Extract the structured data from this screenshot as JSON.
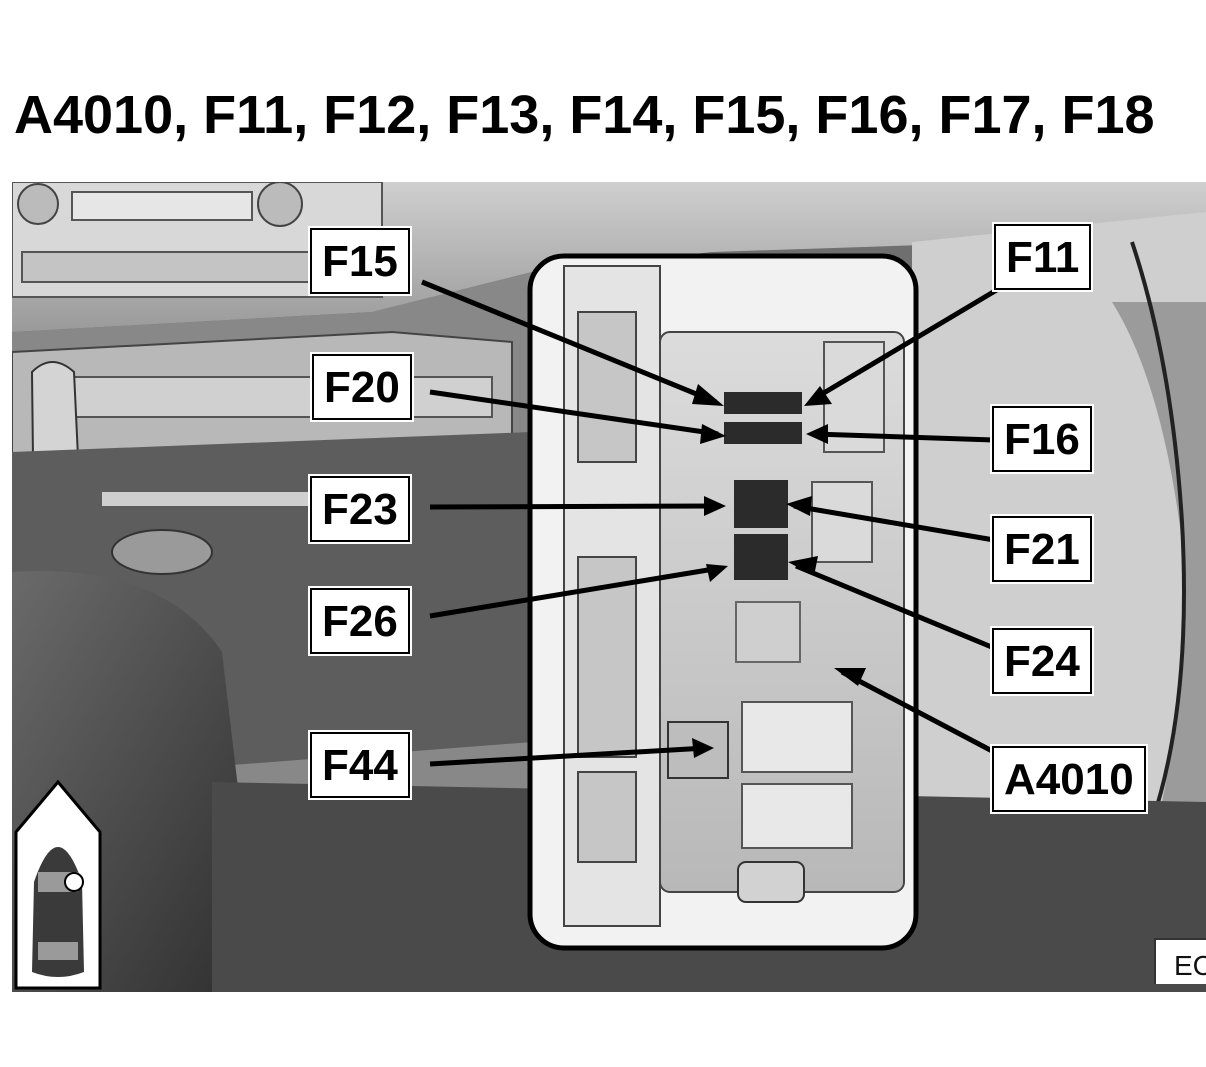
{
  "title": "A4010, F11, F12, F13, F14, F15, F16, F17, F18",
  "labels": {
    "f15": "F15",
    "f20": "F20",
    "f23": "F23",
    "f26": "F26",
    "f44": "F44",
    "f11": "F11",
    "f16": "F16",
    "f21": "F21",
    "f24": "F24",
    "a4010": "A4010"
  },
  "corner_code": "EC",
  "colors": {
    "line": "#000000",
    "dark": "#3a3a3a",
    "mid": "#8a8a8a",
    "light": "#d6d6d6"
  }
}
